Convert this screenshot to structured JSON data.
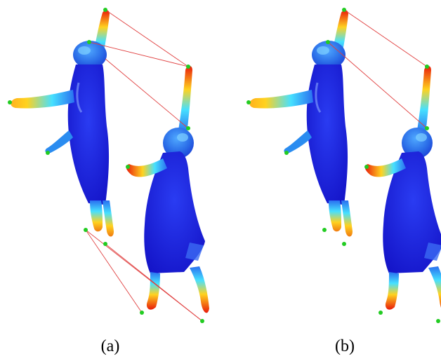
{
  "figure": {
    "captions": {
      "a": "(a)",
      "b": "(b)"
    },
    "colors": {
      "mesh_body": "#1a1adf",
      "mesh_mid": "#2f7ff0",
      "tip_cyan": "#46e0ff",
      "tip_yellow": "#ffd21f",
      "tip_red": "#e81a0a",
      "marker": "#22cc22",
      "correspondence_line": "#e04040"
    },
    "icons": [
      "mesh-shape",
      "feature-point-marker",
      "correspondence-line"
    ]
  }
}
